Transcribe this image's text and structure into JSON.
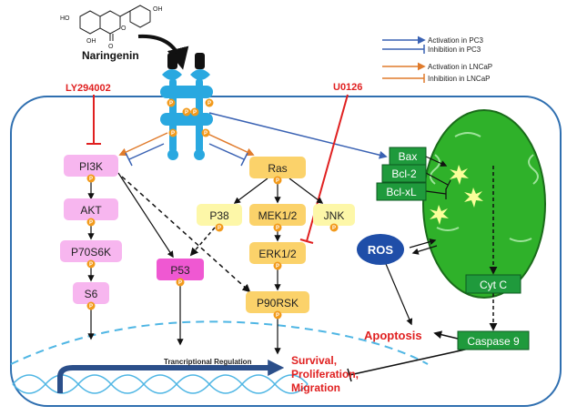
{
  "molecule": {
    "label": "Naringenin",
    "atom_labels": [
      "HO",
      "OH",
      "OH",
      "O",
      "O"
    ]
  },
  "inhibitors": {
    "ly": "LY294002",
    "u": "U0126"
  },
  "legend": {
    "pc3_activation": "Activation in PC3",
    "pc3_inhibition": "Inhibition in PC3",
    "lncap_activation": "Activation in LNCaP",
    "lncap_inhibition": "Inhibition in LNCaP"
  },
  "phospho_label": "P",
  "nodes": {
    "pi3k": "PI3K",
    "akt": "AKT",
    "p70s6k": "P70S6K",
    "s6": "S6",
    "p53": "P53",
    "ras": "Ras",
    "p38": "P38",
    "mek": "MEK1/2",
    "jnk": "JNK",
    "erk": "ERK1/2",
    "p90rsk": "P90RSK",
    "bax": "Bax",
    "bcl2": "Bcl-2",
    "bclxl": "Bcl-xL",
    "ros": "ROS",
    "cytc": "Cyt C",
    "casp9": "Caspase 9"
  },
  "labels": {
    "transcription": "Trancriptional Regulation",
    "apoptosis": "Apoptosis",
    "outcome": [
      "Survival,",
      "Proliferation,",
      "Migration"
    ]
  },
  "colors": {
    "pc3": "#3a62b3",
    "lncap": "#e07b2c",
    "inhibitor": "#e02020",
    "cell_border": "#2f6fb0",
    "nucleus": "#4fb6e4",
    "receptor": "#29a8e0",
    "pink_node": "#f7b6ef",
    "pink_node_dark": "#ef58d2",
    "yellow_node": "#fbd26a",
    "light_yellow_node": "#fdf7a8",
    "green_box": "#1f9a3c",
    "mito": "#2fb12a",
    "ros": "#1f4ea8",
    "phospho": "#f29a1b"
  }
}
